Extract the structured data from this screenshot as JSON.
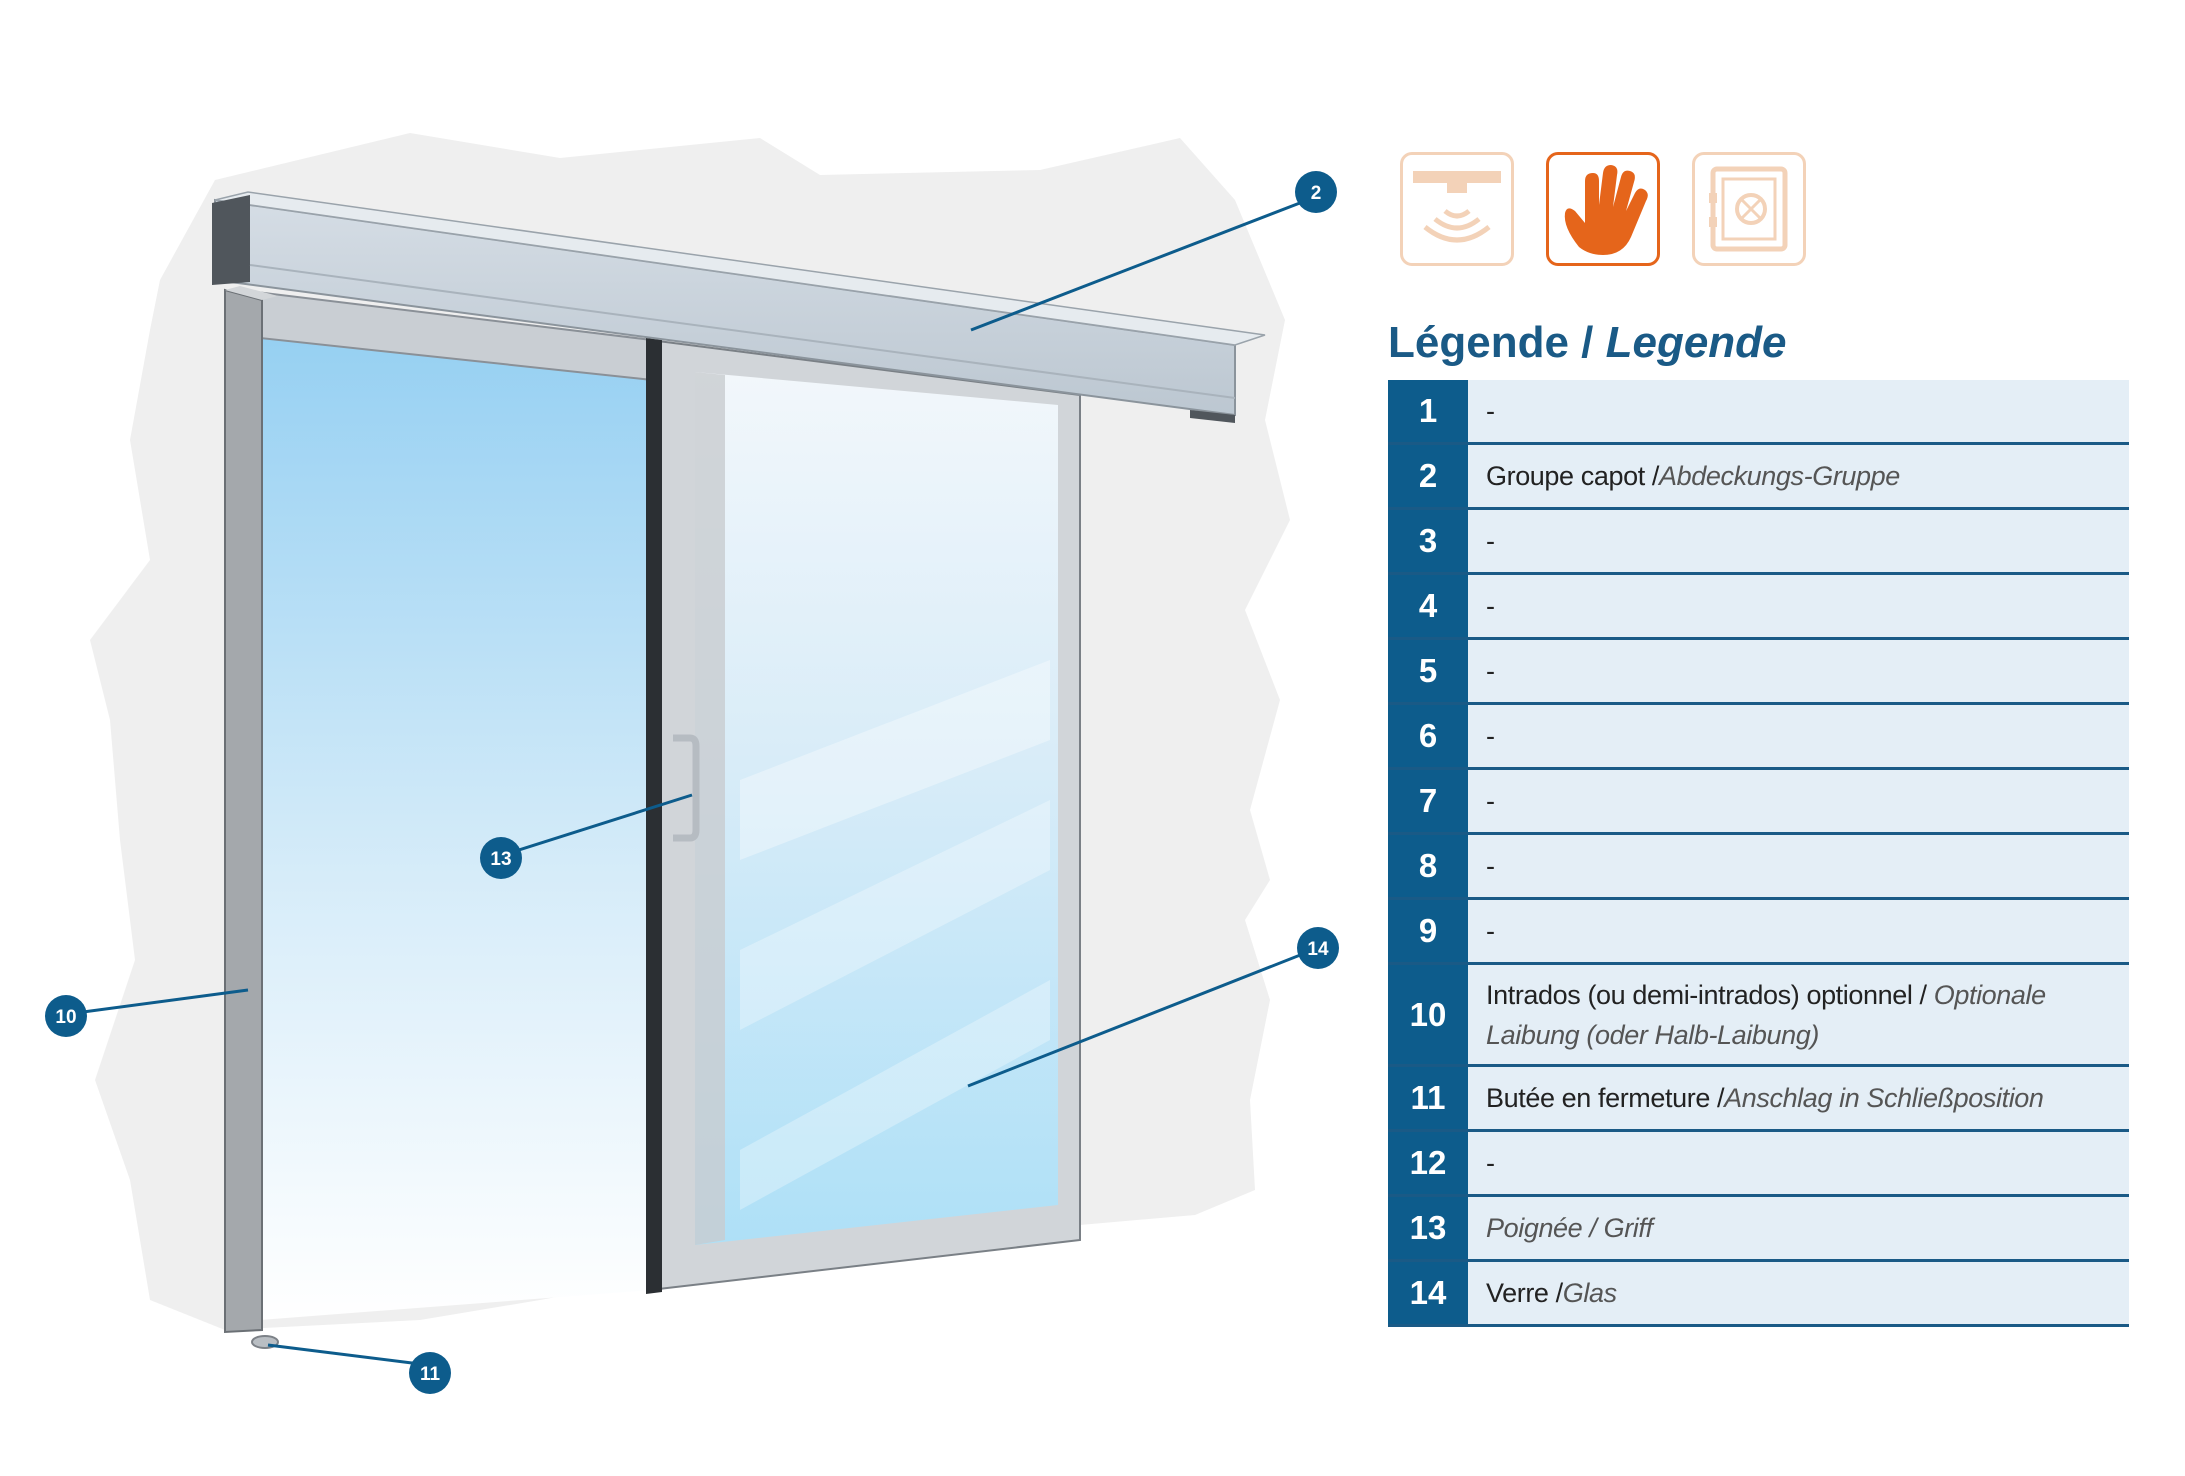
{
  "callouts": [
    {
      "id": "2",
      "label": "2"
    },
    {
      "id": "10",
      "label": "10"
    },
    {
      "id": "11",
      "label": "11"
    },
    {
      "id": "13",
      "label": "13"
    },
    {
      "id": "14",
      "label": "14"
    }
  ],
  "icons": [
    {
      "name": "sensor-icon",
      "active": false
    },
    {
      "name": "hand-icon",
      "active": true
    },
    {
      "name": "safe-icon",
      "active": false
    }
  ],
  "legend": {
    "title_fr": "Légende / ",
    "title_de": "Legende",
    "rows": [
      {
        "num": "1",
        "fr": "-",
        "de": ""
      },
      {
        "num": "2",
        "fr": "Groupe capot /",
        "de": "Abdeckungs-Gruppe"
      },
      {
        "num": "3",
        "fr": "-",
        "de": ""
      },
      {
        "num": "4",
        "fr": "-",
        "de": ""
      },
      {
        "num": "5",
        "fr": "-",
        "de": ""
      },
      {
        "num": "6",
        "fr": "-",
        "de": ""
      },
      {
        "num": "7",
        "fr": "-",
        "de": ""
      },
      {
        "num": "8",
        "fr": "-",
        "de": ""
      },
      {
        "num": "9",
        "fr": "-",
        "de": ""
      },
      {
        "num": "10",
        "fr": "Intrados (ou demi-intrados) optionnel / ",
        "de": "Optionale Laibung (oder Halb-Laibung)"
      },
      {
        "num": "11",
        "fr": "Butée en fermeture / ",
        "de": "Anschlag in Schließposition"
      },
      {
        "num": "12",
        "fr": "-",
        "de": ""
      },
      {
        "num": "13",
        "fr": "",
        "de": "Poignée / Griff"
      },
      {
        "num": "14",
        "fr": "Verre / ",
        "de": "Glas"
      }
    ]
  },
  "colors": {
    "accent": "#0d5c8c",
    "title": "#1a5a86",
    "row_bg": "#e4eef6",
    "icon_active": "#e5651b",
    "icon_inactive": "#f3d2b8"
  }
}
